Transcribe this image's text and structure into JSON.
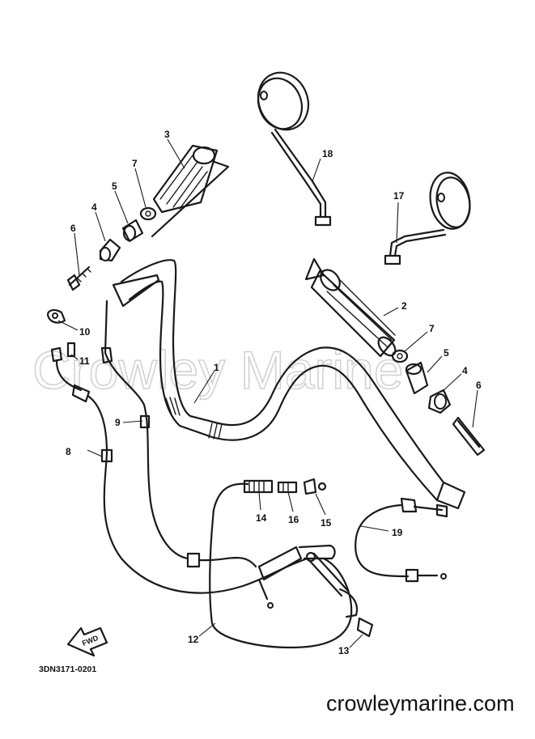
{
  "watermark": "Crowley Marine",
  "diagram_code": "3DN3171-0201",
  "site_url": "crowleymarine.com",
  "fwd_label": "FWD",
  "part_labels": {
    "p1": "1",
    "p2": "2",
    "p3": "3",
    "p4a": "4",
    "p4b": "4",
    "p5a": "5",
    "p5b": "5",
    "p6a": "6",
    "p6b": "6",
    "p7a": "7",
    "p7b": "7",
    "p8": "8",
    "p9": "9",
    "p10": "10",
    "p11": "11",
    "p12": "12",
    "p13": "13",
    "p14": "14",
    "p15": "15",
    "p16": "16",
    "p17": "17",
    "p18": "18",
    "p19": "19"
  }
}
